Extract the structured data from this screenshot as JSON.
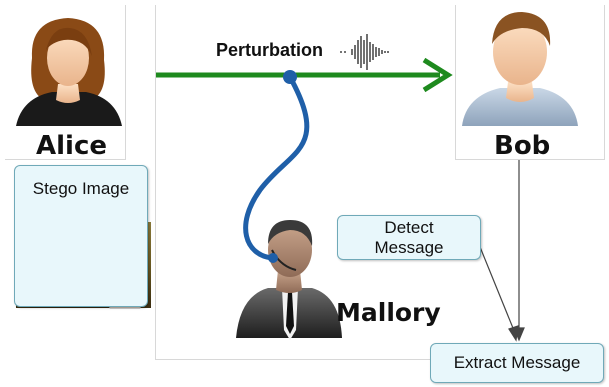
{
  "diagram": {
    "alice": {
      "label": "Alice"
    },
    "bob": {
      "label": "Bob"
    },
    "mallory": {
      "label": "Mallory"
    },
    "channel": {
      "label": "Perturbation",
      "color": "#1e8a1e"
    },
    "stego_box": {
      "label": "Stego Image"
    },
    "detect_box": {
      "label": "Detect\nMessage"
    },
    "extract_box": {
      "label": "Extract Message"
    },
    "colors": {
      "channel_arrow": "#1e8a1e",
      "tap_cable": "#1f5fa8",
      "box_fill": "#e8f7fb",
      "box_border": "#6fa9b8"
    },
    "icons": {
      "alice": "woman-avatar-icon",
      "bob": "man-avatar-icon",
      "mallory": "eavesdropper-headset-icon",
      "signal": "sound-wave-icon",
      "stego": "mona-lisa-magnifier-icon"
    }
  }
}
